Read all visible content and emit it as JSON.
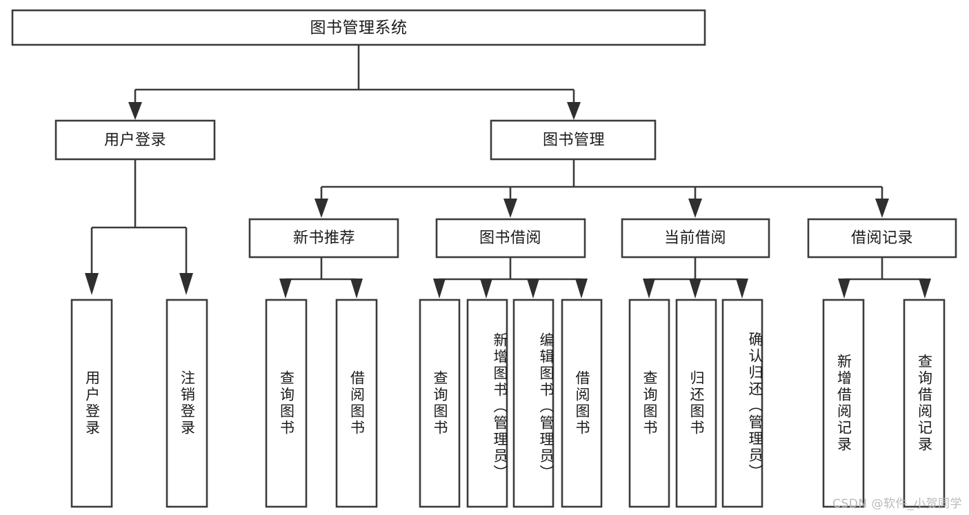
{
  "diagram": {
    "type": "tree",
    "title": "图书管理系统",
    "orientation": "top-down",
    "colors": {
      "box_stroke": "#3b3b3b",
      "box_fill": "#ffffff",
      "connector": "#3b3b3b",
      "arrow": "#2f2f2f",
      "text": "#1a1a1a",
      "watermark": "#b9b9b9",
      "background": "#ffffff"
    },
    "root": {
      "label": "图书管理系统"
    },
    "level2": [
      {
        "label": "用户登录"
      },
      {
        "label": "图书管理"
      }
    ],
    "level3": [
      {
        "label": "新书推荐"
      },
      {
        "label": "图书借阅"
      },
      {
        "label": "当前借阅"
      },
      {
        "label": "借阅记录"
      }
    ],
    "leaves": {
      "user_login": [
        {
          "label": "用户登录"
        },
        {
          "label": "注销登录"
        }
      ],
      "new_book": [
        {
          "label": "查询图书"
        },
        {
          "label": "借阅图书"
        }
      ],
      "book_borrow": [
        {
          "label": "查询图书"
        },
        {
          "label": "新增图书（管理员）"
        },
        {
          "label": "编辑图书（管理员）"
        },
        {
          "label": "借阅图书"
        }
      ],
      "current_borrow": [
        {
          "label": "查询图书"
        },
        {
          "label": "归还图书"
        },
        {
          "label": "确认归还（管理员）"
        }
      ],
      "borrow_record": [
        {
          "label": "新增借阅记录"
        },
        {
          "label": "查询借阅记录"
        }
      ]
    }
  },
  "watermark": {
    "text": "CSDN @软件_小贺同学"
  }
}
